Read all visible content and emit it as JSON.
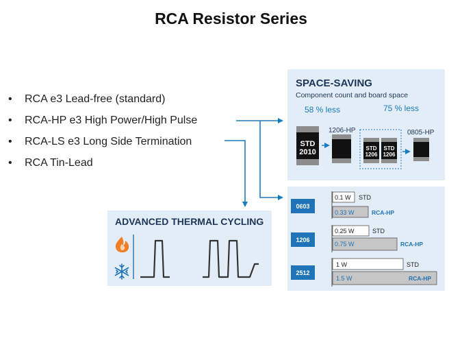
{
  "title": "RCA Resistor Series",
  "bullets": [
    "RCA e3 Lead-free (standard)",
    "RCA-HP e3  High Power/High Pulse",
    "RCA-LS e3 Long Side Termination",
    "RCA Tin-Lead"
  ],
  "bullet_symbol": "•",
  "space_saving": {
    "heading": "SPACE-SAVING",
    "subheading": "Component count and board space",
    "pct_left": "58 % less",
    "pct_right": "75 % less",
    "std_big_line1": "STD",
    "std_big_line2": "2010",
    "hp_1206_label": "1206-HP",
    "std_small_a_line1": "STD",
    "std_small_a_line2": "1206",
    "std_small_b_line1": "STD",
    "std_small_b_line2": "1206",
    "hp_0805_label": "0805-HP"
  },
  "power": {
    "rows": [
      {
        "size": "0603",
        "std_value": "0.1 W",
        "std_label": "STD",
        "hp_value": "0.33 W",
        "hp_label": "RCA-HP"
      },
      {
        "size": "1206",
        "std_value": "0.25 W",
        "std_label": "STD",
        "hp_value": "0.75 W",
        "hp_label": "RCA-HP"
      },
      {
        "size": "2512",
        "std_value": "1 W",
        "std_label": "STD",
        "hp_value": "1.5 W",
        "hp_label": "RCA-HP"
      }
    ]
  },
  "thermal": {
    "heading": "ADVANCED THERMAL CYCLING",
    "hot_icon": "flame-icon",
    "cold_icon": "snowflake-icon"
  },
  "colors": {
    "panel_bg": "#e2edf7",
    "accent_blue": "#1a7bbf",
    "label_blue": "#1f73b7",
    "navy_text": "#1d3557",
    "flame": "#f07e26",
    "chip_dark": "#111111"
  }
}
